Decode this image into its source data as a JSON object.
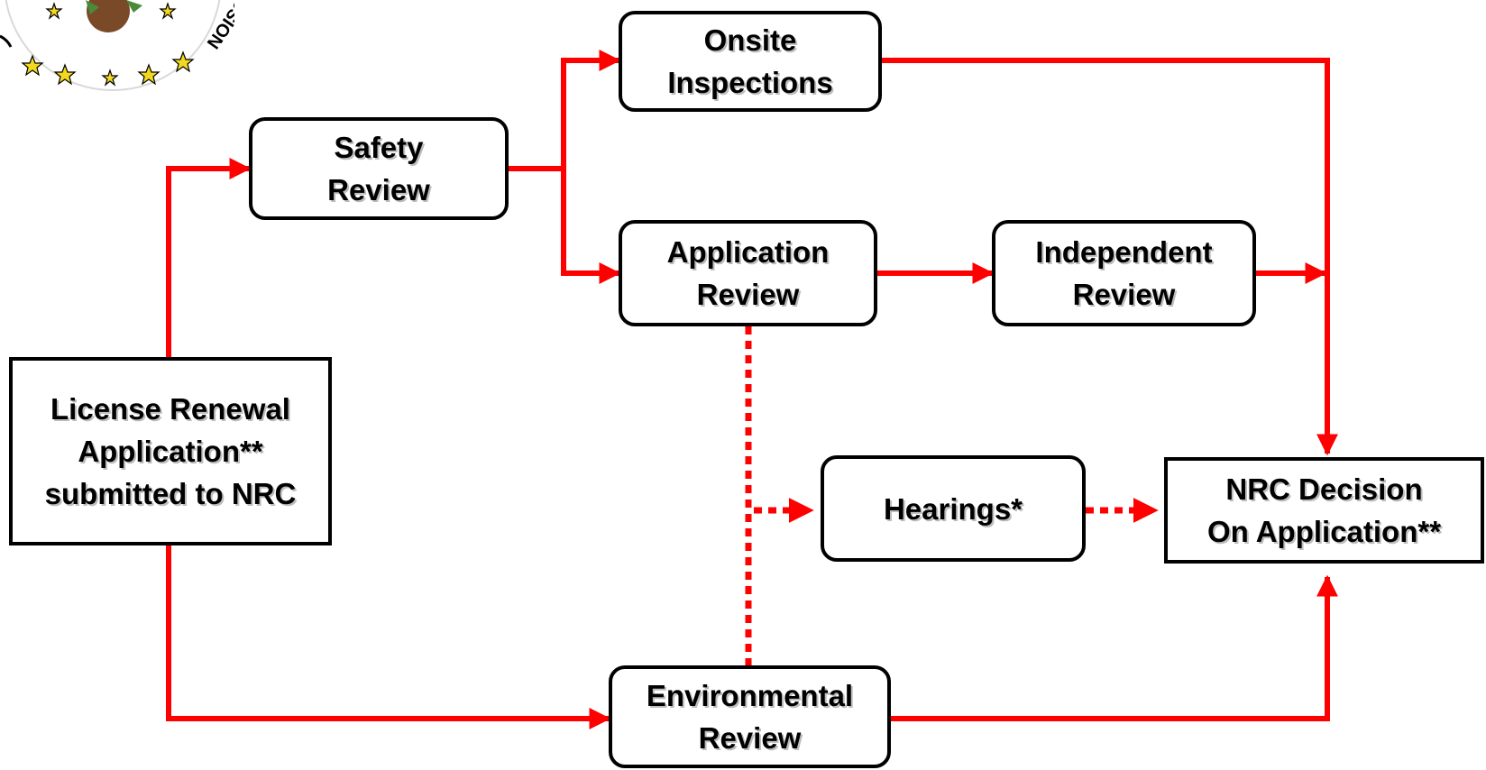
{
  "colors": {
    "connector": "#ff0000",
    "box_border": "#000000",
    "text_shadow": "#bdbdbd"
  },
  "nodes": {
    "onsite_inspections": {
      "line1": "Onsite",
      "line2": "Inspections"
    },
    "safety_review": {
      "line1": "Safety",
      "line2": "Review"
    },
    "application_review": {
      "line1": "Application",
      "line2": "Review"
    },
    "independent_review": {
      "line1": "Independent",
      "line2": "Review"
    },
    "license_renewal": {
      "line1": "License Renewal",
      "line2": "Application**",
      "line3": "submitted to NRC"
    },
    "hearings": {
      "line1": "Hearings*"
    },
    "nrc_decision": {
      "line1": "NRC Decision",
      "line2": "On Application**"
    },
    "environmental_review": {
      "line1": "Environmental",
      "line2": "Review"
    }
  },
  "edges": [
    {
      "from": "license_renewal",
      "to": "safety_review",
      "style": "solid"
    },
    {
      "from": "license_renewal",
      "to": "environmental_review",
      "style": "solid"
    },
    {
      "from": "safety_review",
      "to": "onsite_inspections",
      "style": "solid"
    },
    {
      "from": "safety_review",
      "to": "application_review",
      "style": "solid"
    },
    {
      "from": "application_review",
      "to": "independent_review",
      "style": "solid"
    },
    {
      "from": "onsite_inspections",
      "to": "nrc_decision",
      "style": "solid"
    },
    {
      "from": "independent_review",
      "to": "nrc_decision",
      "style": "solid"
    },
    {
      "from": "environmental_review",
      "to": "nrc_decision",
      "style": "solid"
    },
    {
      "from": "application_review",
      "to": "hearings",
      "style": "dotted"
    },
    {
      "from": "environmental_review",
      "to": "hearings",
      "style": "dotted"
    },
    {
      "from": "hearings",
      "to": "nrc_decision",
      "style": "dotted"
    }
  ],
  "seal": {
    "text_fragment": "NOISS"
  }
}
